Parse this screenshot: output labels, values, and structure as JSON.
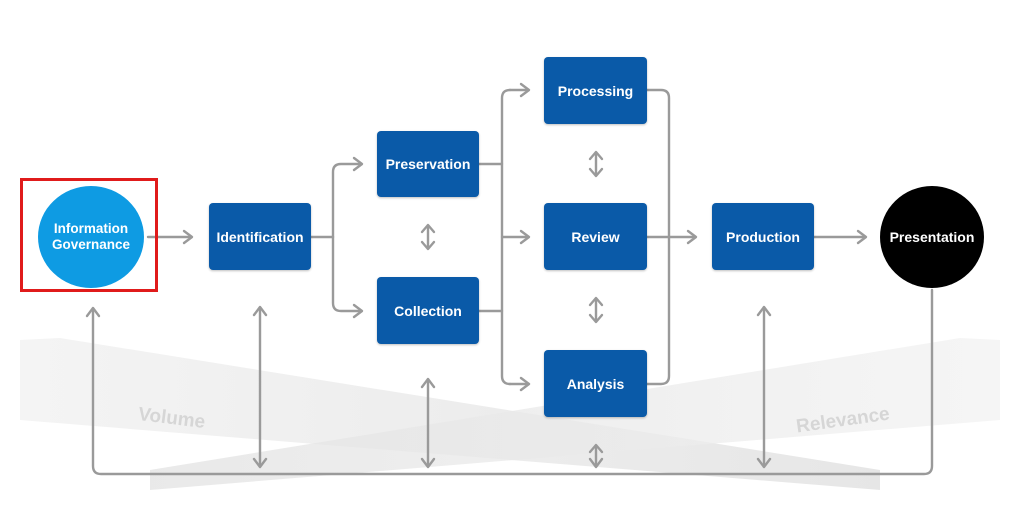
{
  "diagram": {
    "nodes": {
      "information_governance": [
        "Information",
        "Governance"
      ],
      "identification": "Identification",
      "preservation": "Preservation",
      "collection": "Collection",
      "processing": "Processing",
      "review": "Review",
      "analysis": "Analysis",
      "production": "Production",
      "presentation": "Presentation"
    },
    "bands": {
      "volume": "Volume",
      "relevance": "Relevance"
    },
    "highlighted_node": "information_governance"
  },
  "colors": {
    "box": "#0a5aa8",
    "governance_circle": "#0e9be3",
    "presentation_circle": "#000000",
    "highlight": "#e01b1b",
    "arrow": "#9a9a9a",
    "band": "#e6e6e6",
    "band_label": "#d6d6d6"
  }
}
